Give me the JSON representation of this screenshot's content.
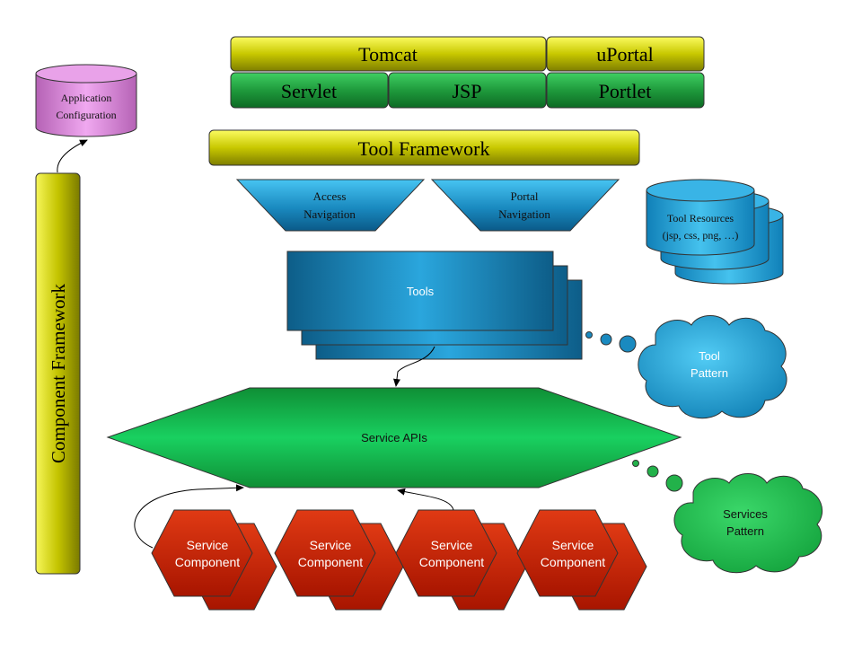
{
  "top_bars": {
    "tomcat": "Tomcat",
    "uportal": "uPortal",
    "servlet": "Servlet",
    "jsp": "JSP",
    "portlet": "Portlet",
    "tool_framework": "Tool Framework"
  },
  "navigation": {
    "access": [
      "Access",
      "Navigation"
    ],
    "portal": [
      "Portal",
      "Navigation"
    ]
  },
  "application_configuration": [
    "Application",
    "Configuration"
  ],
  "component_framework": "Component Framework",
  "tool_resources": [
    "Tool Resources",
    "(jsp, css, png, …)"
  ],
  "tools": "Tools",
  "tool_pattern": [
    "Tool",
    "Pattern"
  ],
  "service_apis": "Service APIs",
  "services_pattern": [
    "Services",
    "Pattern"
  ],
  "service_components": [
    [
      "Service",
      "Component"
    ],
    [
      "Service",
      "Component"
    ],
    [
      "Service",
      "Component"
    ],
    [
      "Service",
      "Component"
    ]
  ],
  "colors": {
    "olive": "#c8c800",
    "green_bar": "#1f9a3c",
    "blue": "#1a8ac0",
    "red": "#c41a00",
    "purple": "#d884d8",
    "service_green": "#22b24a"
  }
}
